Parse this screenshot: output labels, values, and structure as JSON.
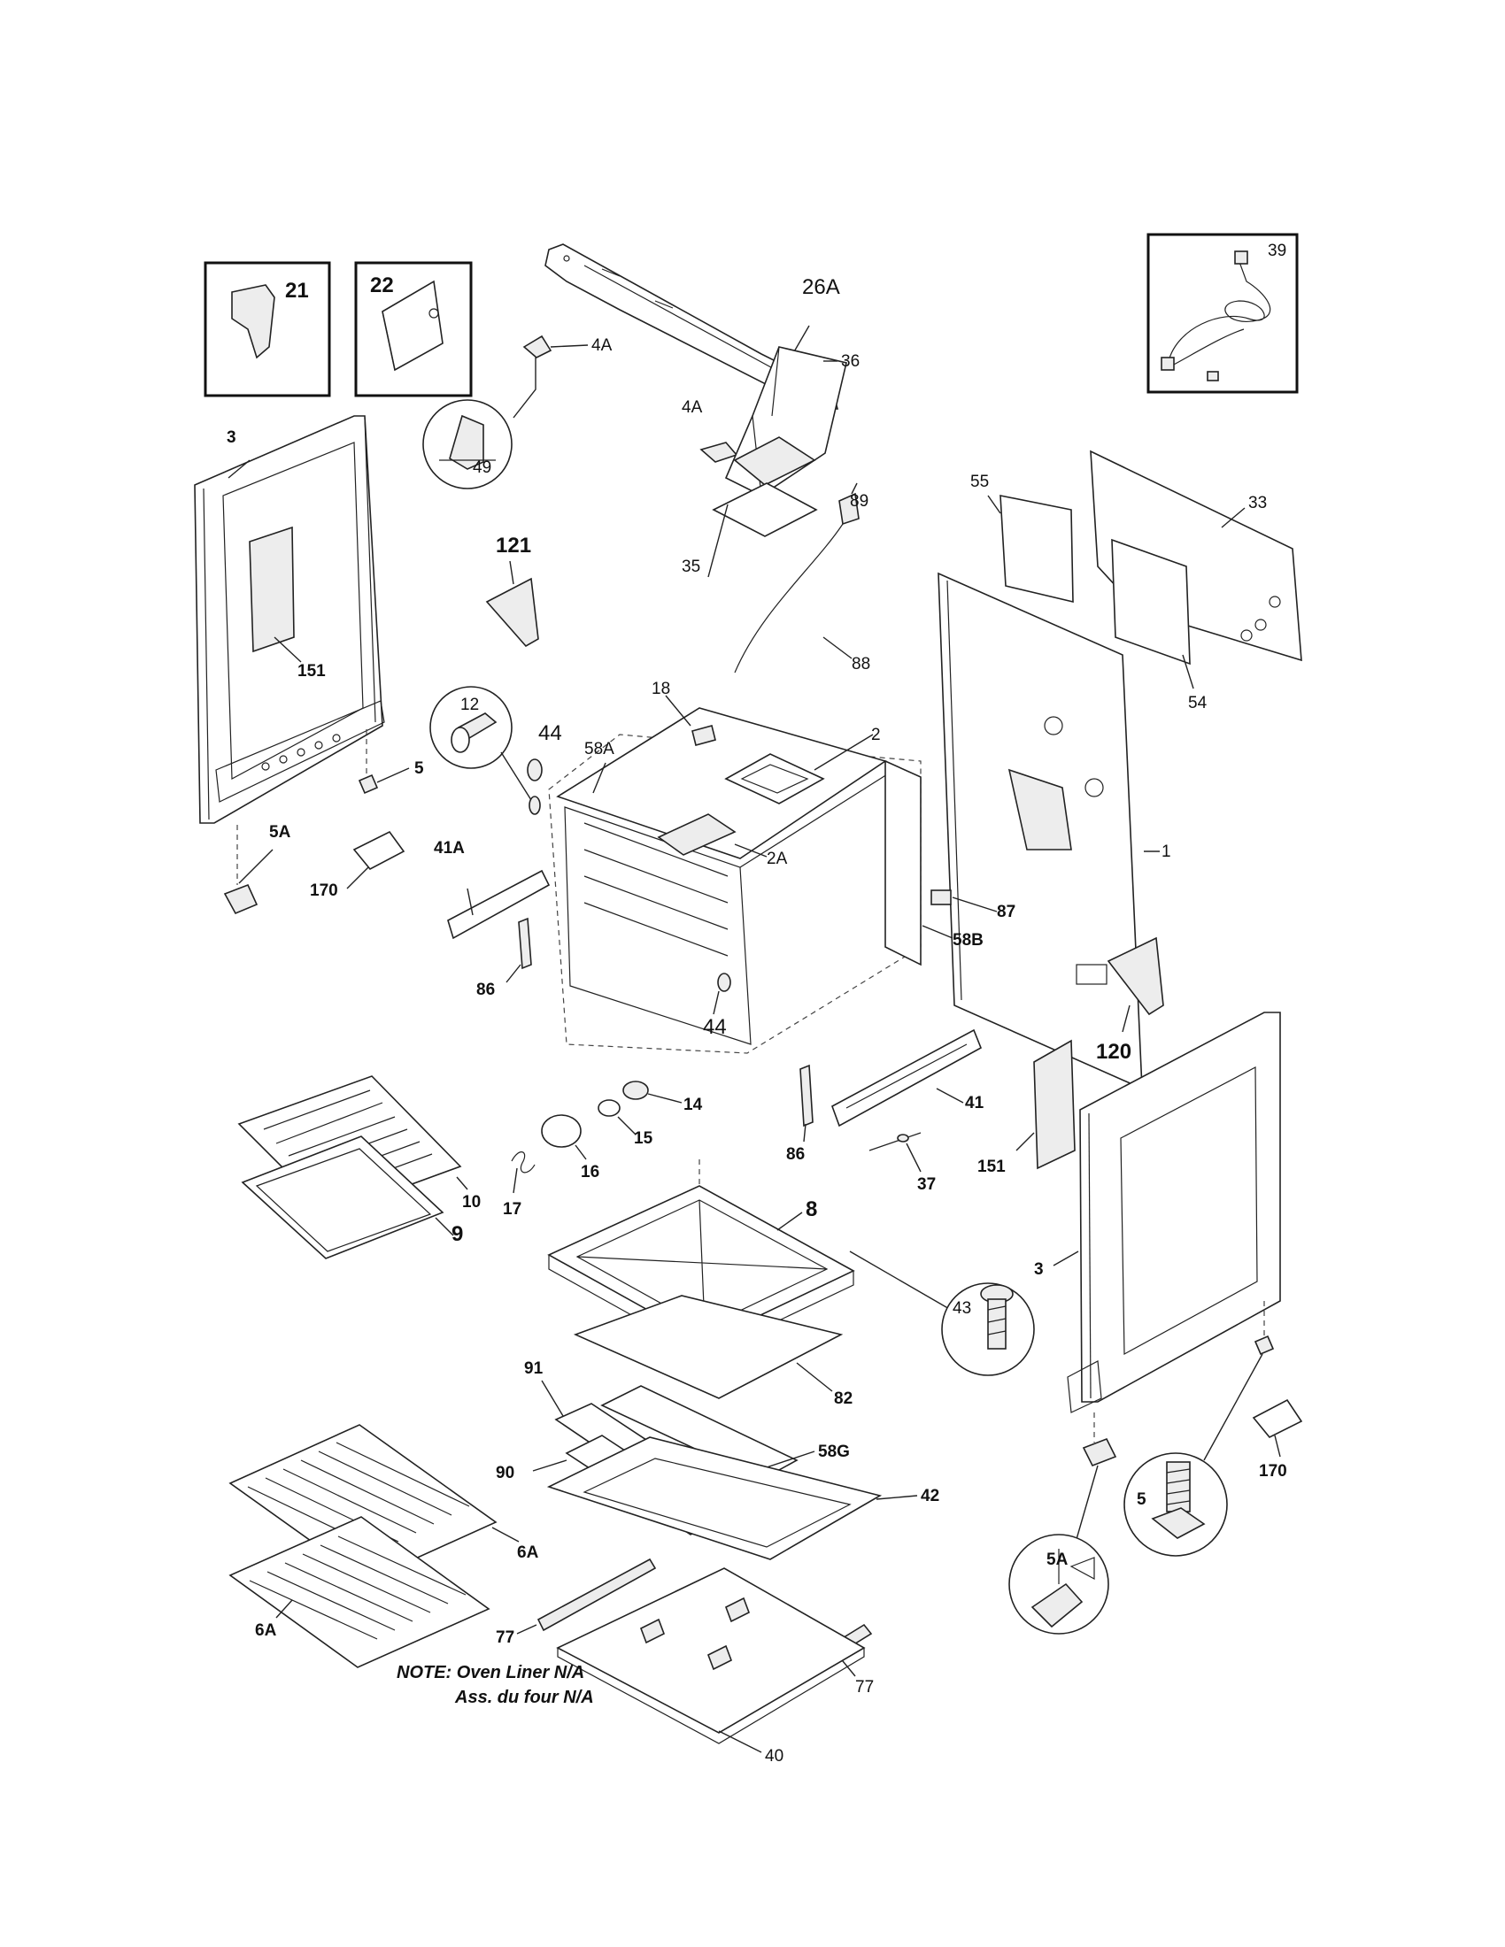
{
  "labels": {
    "p21": "21",
    "p22": "22",
    "p39": "39",
    "p26a": "26A",
    "p4a_top": "4A",
    "p4a_mid": "4A",
    "p49": "49",
    "p3_left": "3",
    "p151_left": "151",
    "p121": "121",
    "p36": "36",
    "p35": "35",
    "p89": "89",
    "p88": "88",
    "p55": "55",
    "p33": "33",
    "p54": "54",
    "p12": "12",
    "p44_top": "44",
    "p58a": "58A",
    "p18": "18",
    "p2": "2",
    "p2a": "2A",
    "p1": "1",
    "p5_left": "5",
    "p5a_left": "5A",
    "p170_left": "170",
    "p41a": "41A",
    "p86_left": "86",
    "p87": "87",
    "p58b": "58B",
    "p44_mid": "44",
    "p120": "120",
    "p14": "14",
    "p15": "15",
    "p16": "16",
    "p17": "17",
    "p10": "10",
    "p9": "9",
    "p86_right": "86",
    "p41": "41",
    "p37": "37",
    "p151_right": "151",
    "p3_right": "3",
    "p8": "8",
    "p43": "43",
    "p91": "91",
    "p82": "82",
    "p58g": "58G",
    "p90": "90",
    "p42": "42",
    "p6a_upper": "6A",
    "p6a_lower": "6A",
    "p5_right": "5",
    "p5a_right": "5A",
    "p170_right": "170",
    "p77_left": "77",
    "p77_right": "77",
    "p40": "40"
  },
  "note": {
    "line1": "NOTE: Oven Liner N/A",
    "line2": "Ass. du four N/A"
  }
}
